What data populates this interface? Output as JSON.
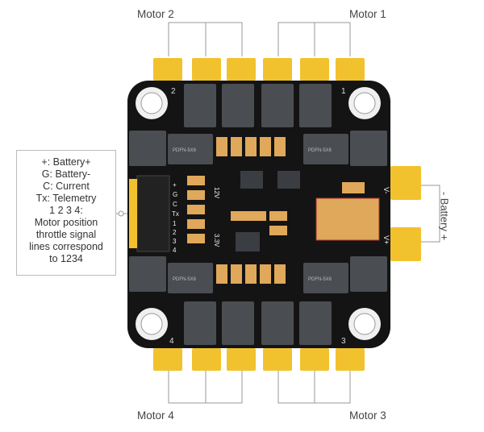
{
  "labels": {
    "motor1": "Motor 1",
    "motor2": "Motor 2",
    "motor3": "Motor 3",
    "motor4": "Motor 4",
    "battery": "- Battery +"
  },
  "legend": {
    "lines": [
      "+: Battery+",
      "G: Battery-",
      "C: Current",
      "Tx: Telemetry",
      "1 2 3 4:",
      "Motor position",
      "throttle signal",
      "lines correspond",
      "to 1234"
    ]
  },
  "board": {
    "corner_numbers": [
      "1",
      "2",
      "3",
      "4"
    ],
    "pin_labels": [
      "+",
      "G",
      "C",
      "Tx",
      "1",
      "2",
      "3",
      "4"
    ],
    "mosfet_label": "PDFN-5X6",
    "voltage_labels": [
      "12V",
      "3.3V"
    ],
    "battery_pad_labels": [
      "V-",
      "V+"
    ]
  },
  "colors": {
    "pcb": "#141414",
    "pad": "#f2c12e",
    "mosfet": "#4a4d52",
    "cap": "#e0a85a",
    "legend_border": "#bbbbbb"
  }
}
